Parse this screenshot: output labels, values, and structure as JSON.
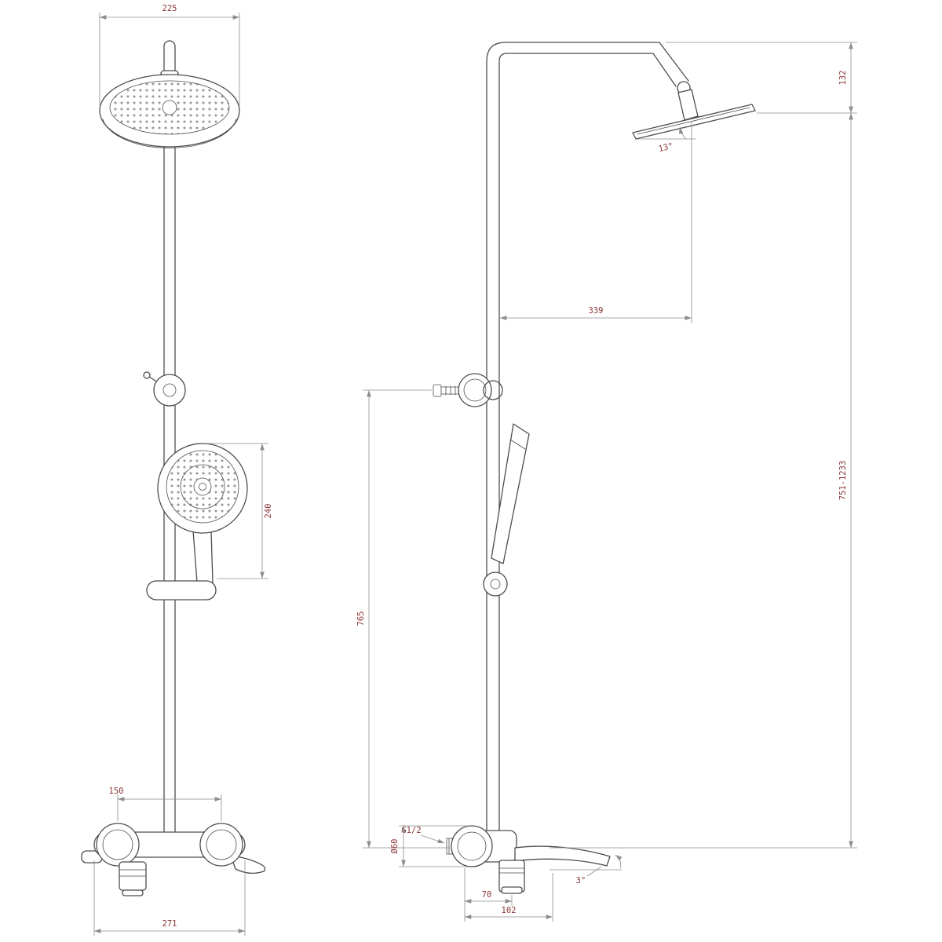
{
  "colors": {
    "line": "#4d4d4d",
    "dim": "#8c8c8c",
    "dimtext": "#8b3535",
    "background": "#ffffff"
  },
  "front_view": {
    "head_width": "225",
    "hand_shower_length": "240",
    "connection_spacing": "150",
    "mixer_width": "271"
  },
  "side_view": {
    "head_height_offset": "132",
    "head_reach": "339",
    "height_range": "751-1233",
    "mount_height": "765",
    "head_angle": "13°",
    "spout_angle": "3°",
    "nozzle_offset": "70",
    "spout_reach": "102",
    "thread": "G1/2",
    "flange_diameter": "Ø60"
  }
}
